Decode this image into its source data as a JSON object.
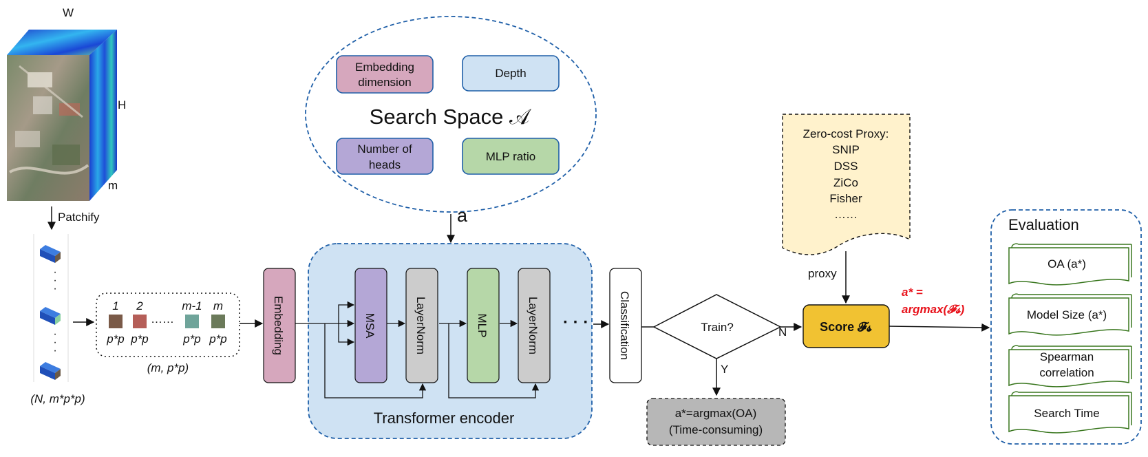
{
  "cube": {
    "w_label": "W",
    "h_label": "H",
    "m_label": "m",
    "patchify_label": "Patchify",
    "patch_shape_label": "(N, m*p*p)"
  },
  "tokens": {
    "indices": [
      "1",
      "2",
      "m-1",
      "m"
    ],
    "sizes": [
      "p*p",
      "p*p",
      "p*p",
      "p*p"
    ],
    "dots": "……",
    "shape_label": "(m, p*p)"
  },
  "search_space": {
    "title": "Search Space 𝒜",
    "options": {
      "embedding": [
        "Embedding",
        "dimension"
      ],
      "depth": "Depth",
      "heads": [
        "Number of",
        "heads"
      ],
      "mlp_ratio": "MLP ratio"
    },
    "sample_label": "a"
  },
  "encoder": {
    "embedding_label": "Embedding",
    "msa_label": "MSA",
    "layernorm1_label": "LayerNorm",
    "mlp_label": "MLP",
    "layernorm2_label": "LayerNorm",
    "ellipsis": "· · ·",
    "title": "Transformer encoder",
    "classification_label": "Classification"
  },
  "decision": {
    "question": "Train?",
    "no_label": "N",
    "yes_label": "Y",
    "train_result": [
      "a*=argmax(OA)",
      "(Time-consuming)"
    ]
  },
  "proxy": {
    "lines": [
      "Zero-cost Proxy:",
      "SNIP",
      "DSS",
      "ZiCo",
      "Fisher",
      "……"
    ],
    "edge_label": "proxy"
  },
  "score": {
    "label": "Score 𝓕𝓼",
    "result": [
      "a* =",
      "argmax(𝓕𝓼)"
    ]
  },
  "evaluation": {
    "title": "Evaluation",
    "items": [
      [
        "OA (a*)"
      ],
      [
        "Model Size (a*)"
      ],
      [
        "Spearman",
        "correlation"
      ],
      [
        "Search Time"
      ]
    ]
  },
  "colors": {
    "embedding": "#d6a7bd",
    "depth": "#cfe2f3",
    "heads": "#b4a7d6",
    "mlp": "#b6d7a8",
    "layernorm": "#cccccc",
    "encoder_bg": "#cfe2f3",
    "score": "#f1c232",
    "train_result": "#b7b7b7",
    "proxy_bg": "#fff2cc",
    "frame_blue": "#1f5fa8",
    "evaluation_green": "#38761d",
    "result_red": "#e8121b"
  }
}
